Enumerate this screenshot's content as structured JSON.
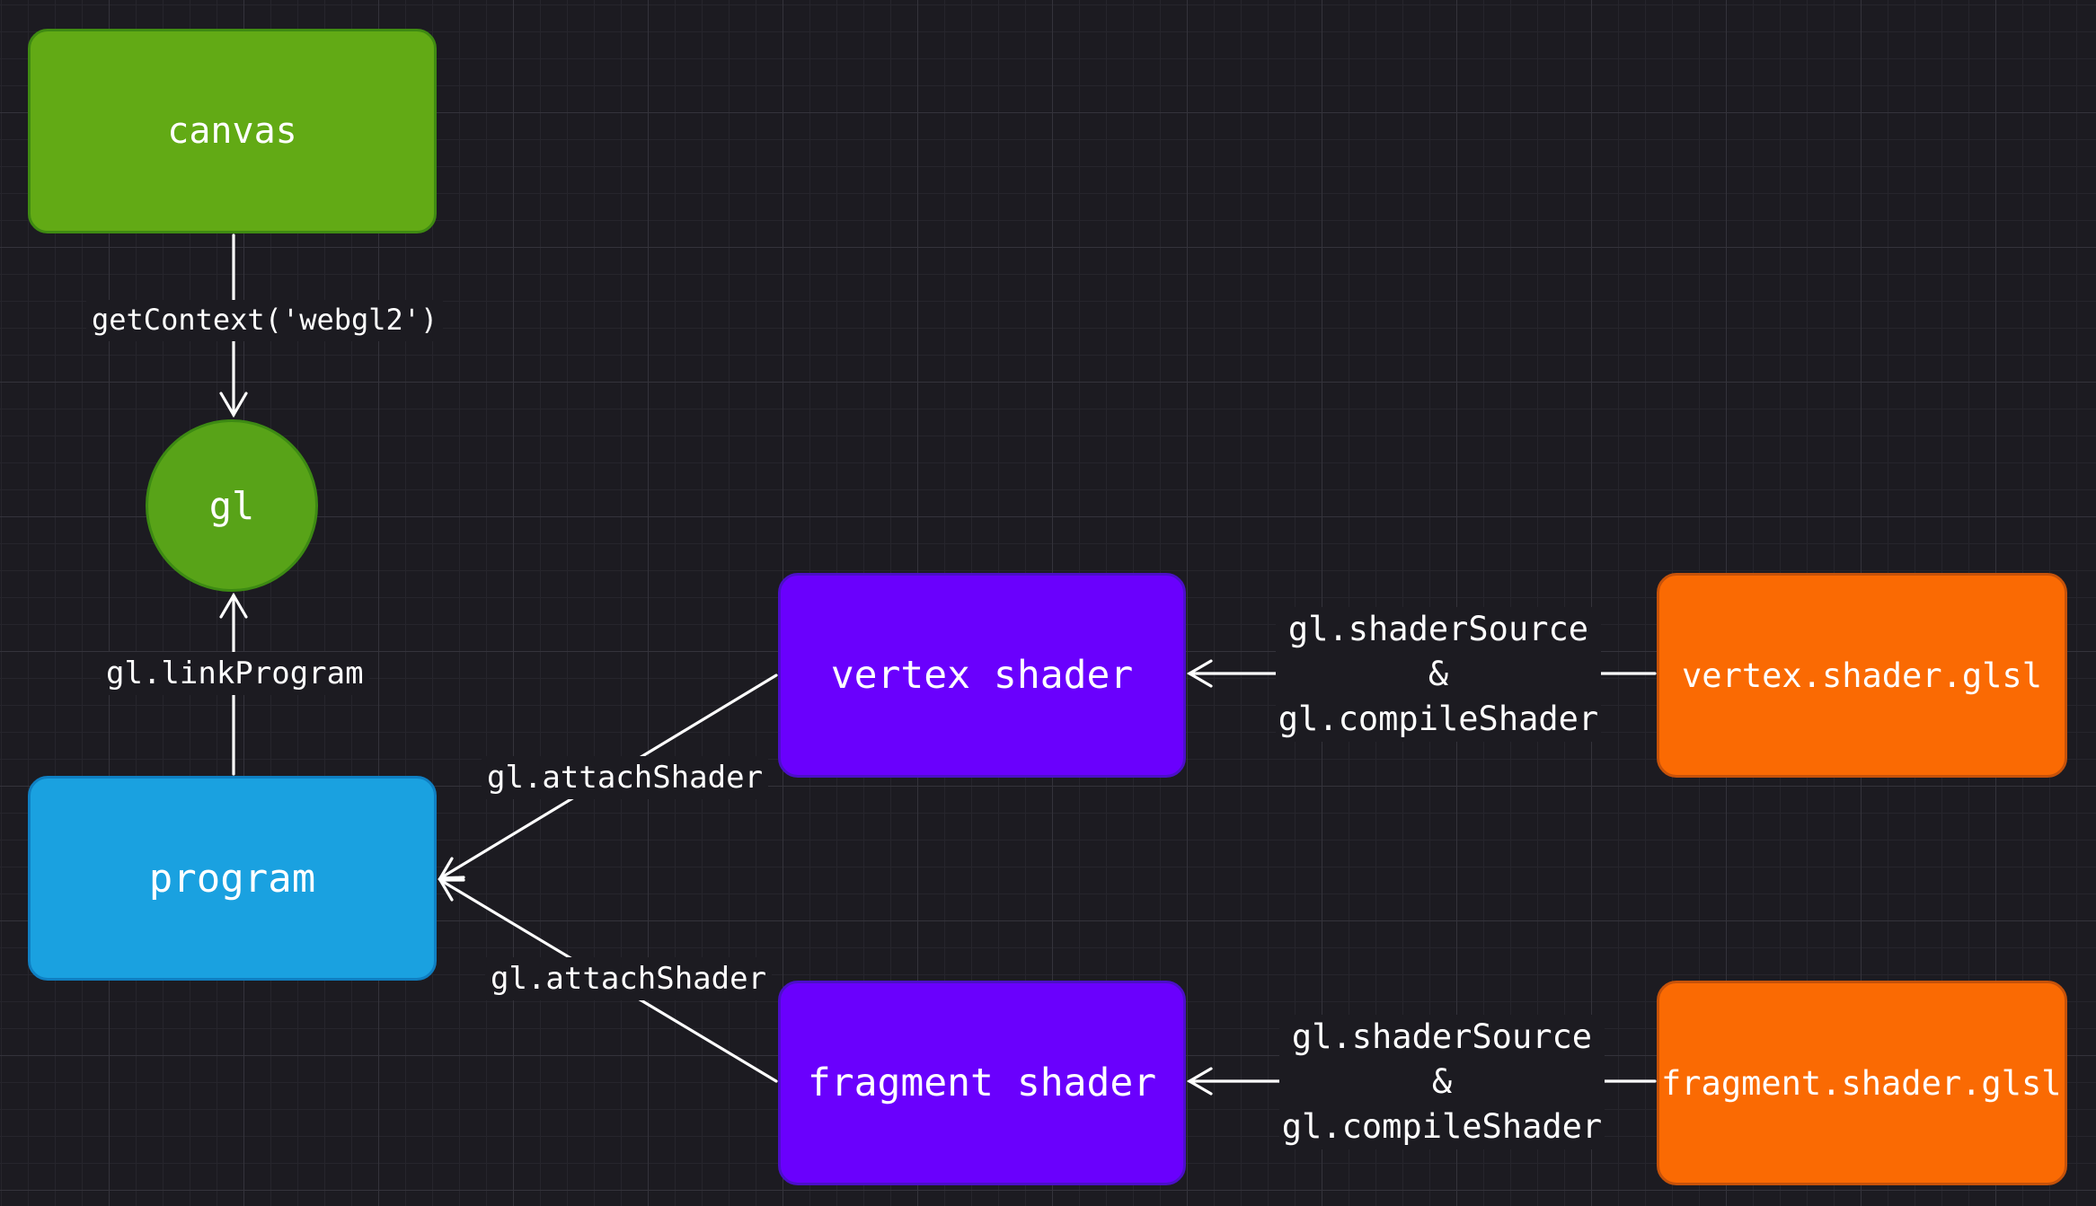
{
  "nodes": {
    "canvas": "canvas",
    "gl": "gl",
    "program": "program",
    "vertex_shader": "vertex shader",
    "fragment_shader": "fragment shader",
    "vertex_file": "vertex.shader.glsl",
    "fragment_file": "fragment.shader.glsl"
  },
  "edges": {
    "get_context": "getContext('webgl2')",
    "link_program": "gl.linkProgram",
    "attach_vertex": "gl.attachShader",
    "attach_fragment": "gl.attachShader",
    "vertex_source": {
      "line1": "gl.shaderSource",
      "line2": "&",
      "line3": "gl.compileShader"
    },
    "fragment_source": {
      "line1": "gl.shaderSource",
      "line2": "&",
      "line3": "gl.compileShader"
    }
  },
  "colors": {
    "background": "#1c1b21",
    "canvas_gl": "#62aa15",
    "program": "#1aa1e0",
    "shader": "#6a00fd",
    "glsl_file": "#fa6a03",
    "edge": "#ffffff"
  }
}
